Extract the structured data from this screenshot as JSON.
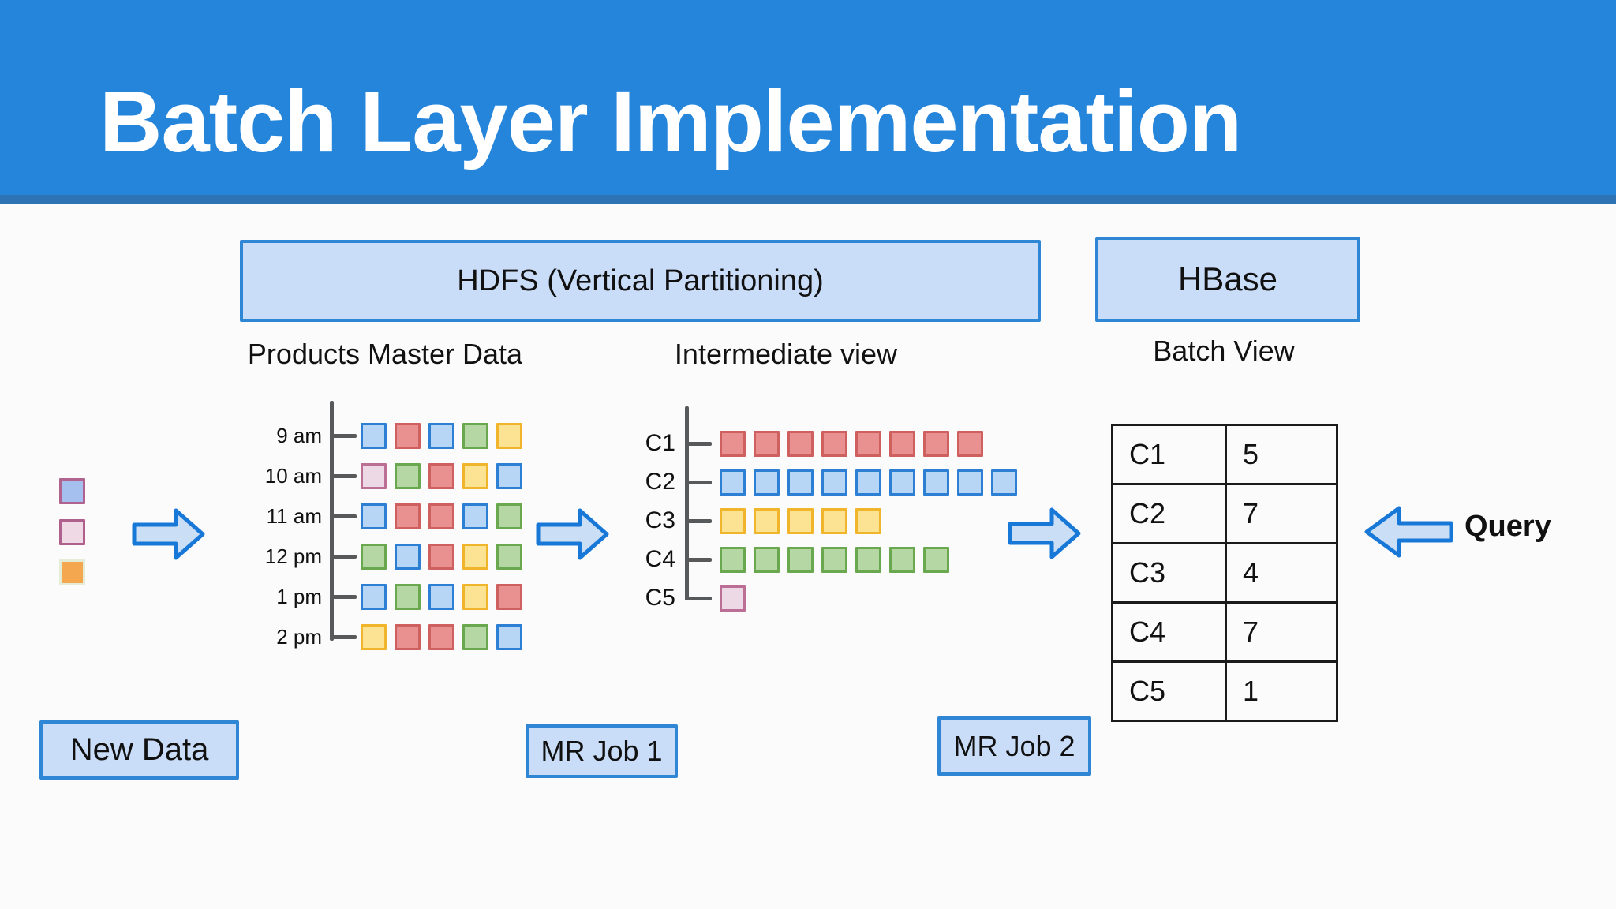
{
  "slide": {
    "title": "Batch Layer Implementation"
  },
  "colors": {
    "header_bg": "#2585db",
    "header_strip": "#2e74b5",
    "background": "#fbfbfb",
    "box_fill": "#c9dcf8",
    "box_border": "#2f86d5",
    "arrow_fill": "#cadef5",
    "arrow_border": "#1878d8",
    "axis": "#58595b",
    "text": "#111111"
  },
  "boxes": {
    "hdfs": "HDFS (Vertical Partitioning)",
    "hbase": "HBase",
    "new_data": "New Data",
    "mr_job_1": "MR Job 1",
    "mr_job_2": "MR Job 2"
  },
  "section_labels": {
    "products_master_data": "Products Master Data",
    "intermediate_view": "Intermediate view",
    "batch_view": "Batch View",
    "query": "Query"
  },
  "palette": {
    "blue": {
      "fill": "#b7d5f4",
      "border": "#2d7fd3"
    },
    "red": {
      "fill": "#e99191",
      "border": "#cf6060"
    },
    "green": {
      "fill": "#b4d7a4",
      "border": "#6aa84f"
    },
    "yellow": {
      "fill": "#fce394",
      "border": "#f1b52c"
    },
    "pink": {
      "fill": "#edd8e5",
      "border": "#bb6f94"
    },
    "periwinkle": {
      "fill": "#a5c0ee",
      "border": "#b0638f"
    },
    "lightpink": {
      "fill": "#eed9e4",
      "border": "#b0608c"
    },
    "orange": {
      "fill": "#f5a74f",
      "border": "#e4ecd5"
    }
  },
  "new_data_legend": [
    "periwinkle",
    "lightpink",
    "orange"
  ],
  "master_grid": {
    "rows": [
      {
        "time": "9 am",
        "cells": [
          "blue",
          "red",
          "blue",
          "green",
          "yellow"
        ]
      },
      {
        "time": "10 am",
        "cells": [
          "pink",
          "green",
          "red",
          "yellow",
          "blue"
        ]
      },
      {
        "time": "11 am",
        "cells": [
          "blue",
          "red",
          "red",
          "blue",
          "green"
        ]
      },
      {
        "time": "12 pm",
        "cells": [
          "green",
          "blue",
          "red",
          "yellow",
          "green"
        ]
      },
      {
        "time": "1 pm",
        "cells": [
          "blue",
          "green",
          "blue",
          "yellow",
          "red"
        ]
      },
      {
        "time": "2 pm",
        "cells": [
          "yellow",
          "red",
          "red",
          "green",
          "blue"
        ]
      }
    ]
  },
  "intermediate_view": {
    "rows": [
      {
        "label": "C1",
        "color": "red",
        "count": 8
      },
      {
        "label": "C2",
        "color": "blue",
        "count": 9
      },
      {
        "label": "C3",
        "color": "yellow",
        "count": 5
      },
      {
        "label": "C4",
        "color": "green",
        "count": 7
      },
      {
        "label": "C5",
        "color": "pink",
        "count": 1
      }
    ]
  },
  "batch_view_table": {
    "rows": [
      {
        "key": "C1",
        "value": "5"
      },
      {
        "key": "C2",
        "value": "7"
      },
      {
        "key": "C3",
        "value": "4"
      },
      {
        "key": "C4",
        "value": "7"
      },
      {
        "key": "C5",
        "value": "1"
      }
    ]
  }
}
